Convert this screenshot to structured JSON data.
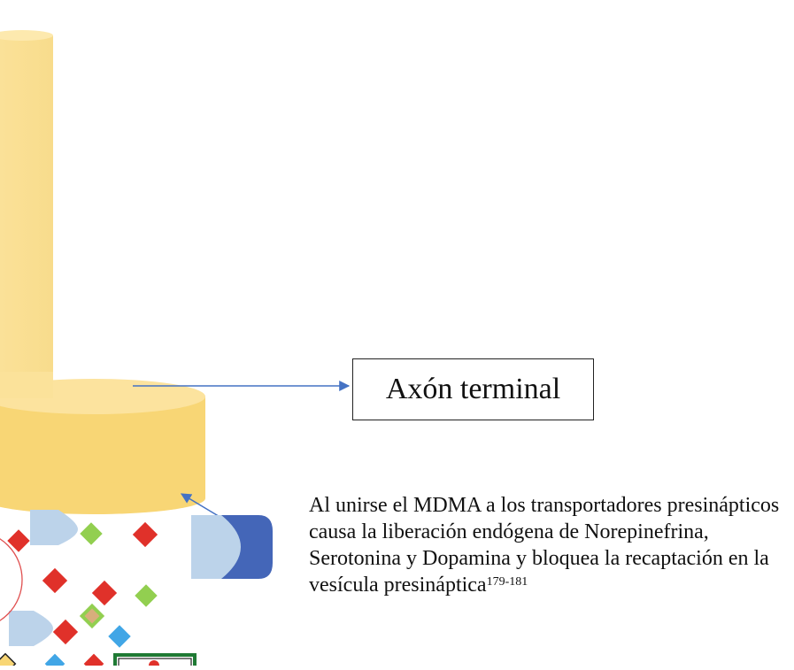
{
  "diagram": {
    "axon_label": "Axón terminal",
    "caption": {
      "text": "Al unirse el MDMA a los transportadores presinápticos causa la liberación endógena de Norepinefrina, Serotonina y Dopamina y bloquea la recaptación en la vesícula presináptica",
      "reference": "179-181"
    },
    "colors": {
      "axon_fill": "#fbe29a",
      "axon_shade": "#f7d77a",
      "arrow": "#4472c4",
      "transporter_light": "#bcd3ea",
      "transporter_dark": "#4466b8",
      "molecule_red": "#e0312a",
      "molecule_green": "#92cf50",
      "molecule_blue": "#41a6e6",
      "molecule_tan": "#d8ae7c",
      "vesicle_outline": "#e05050",
      "box_outline": "#1f7a34"
    }
  }
}
